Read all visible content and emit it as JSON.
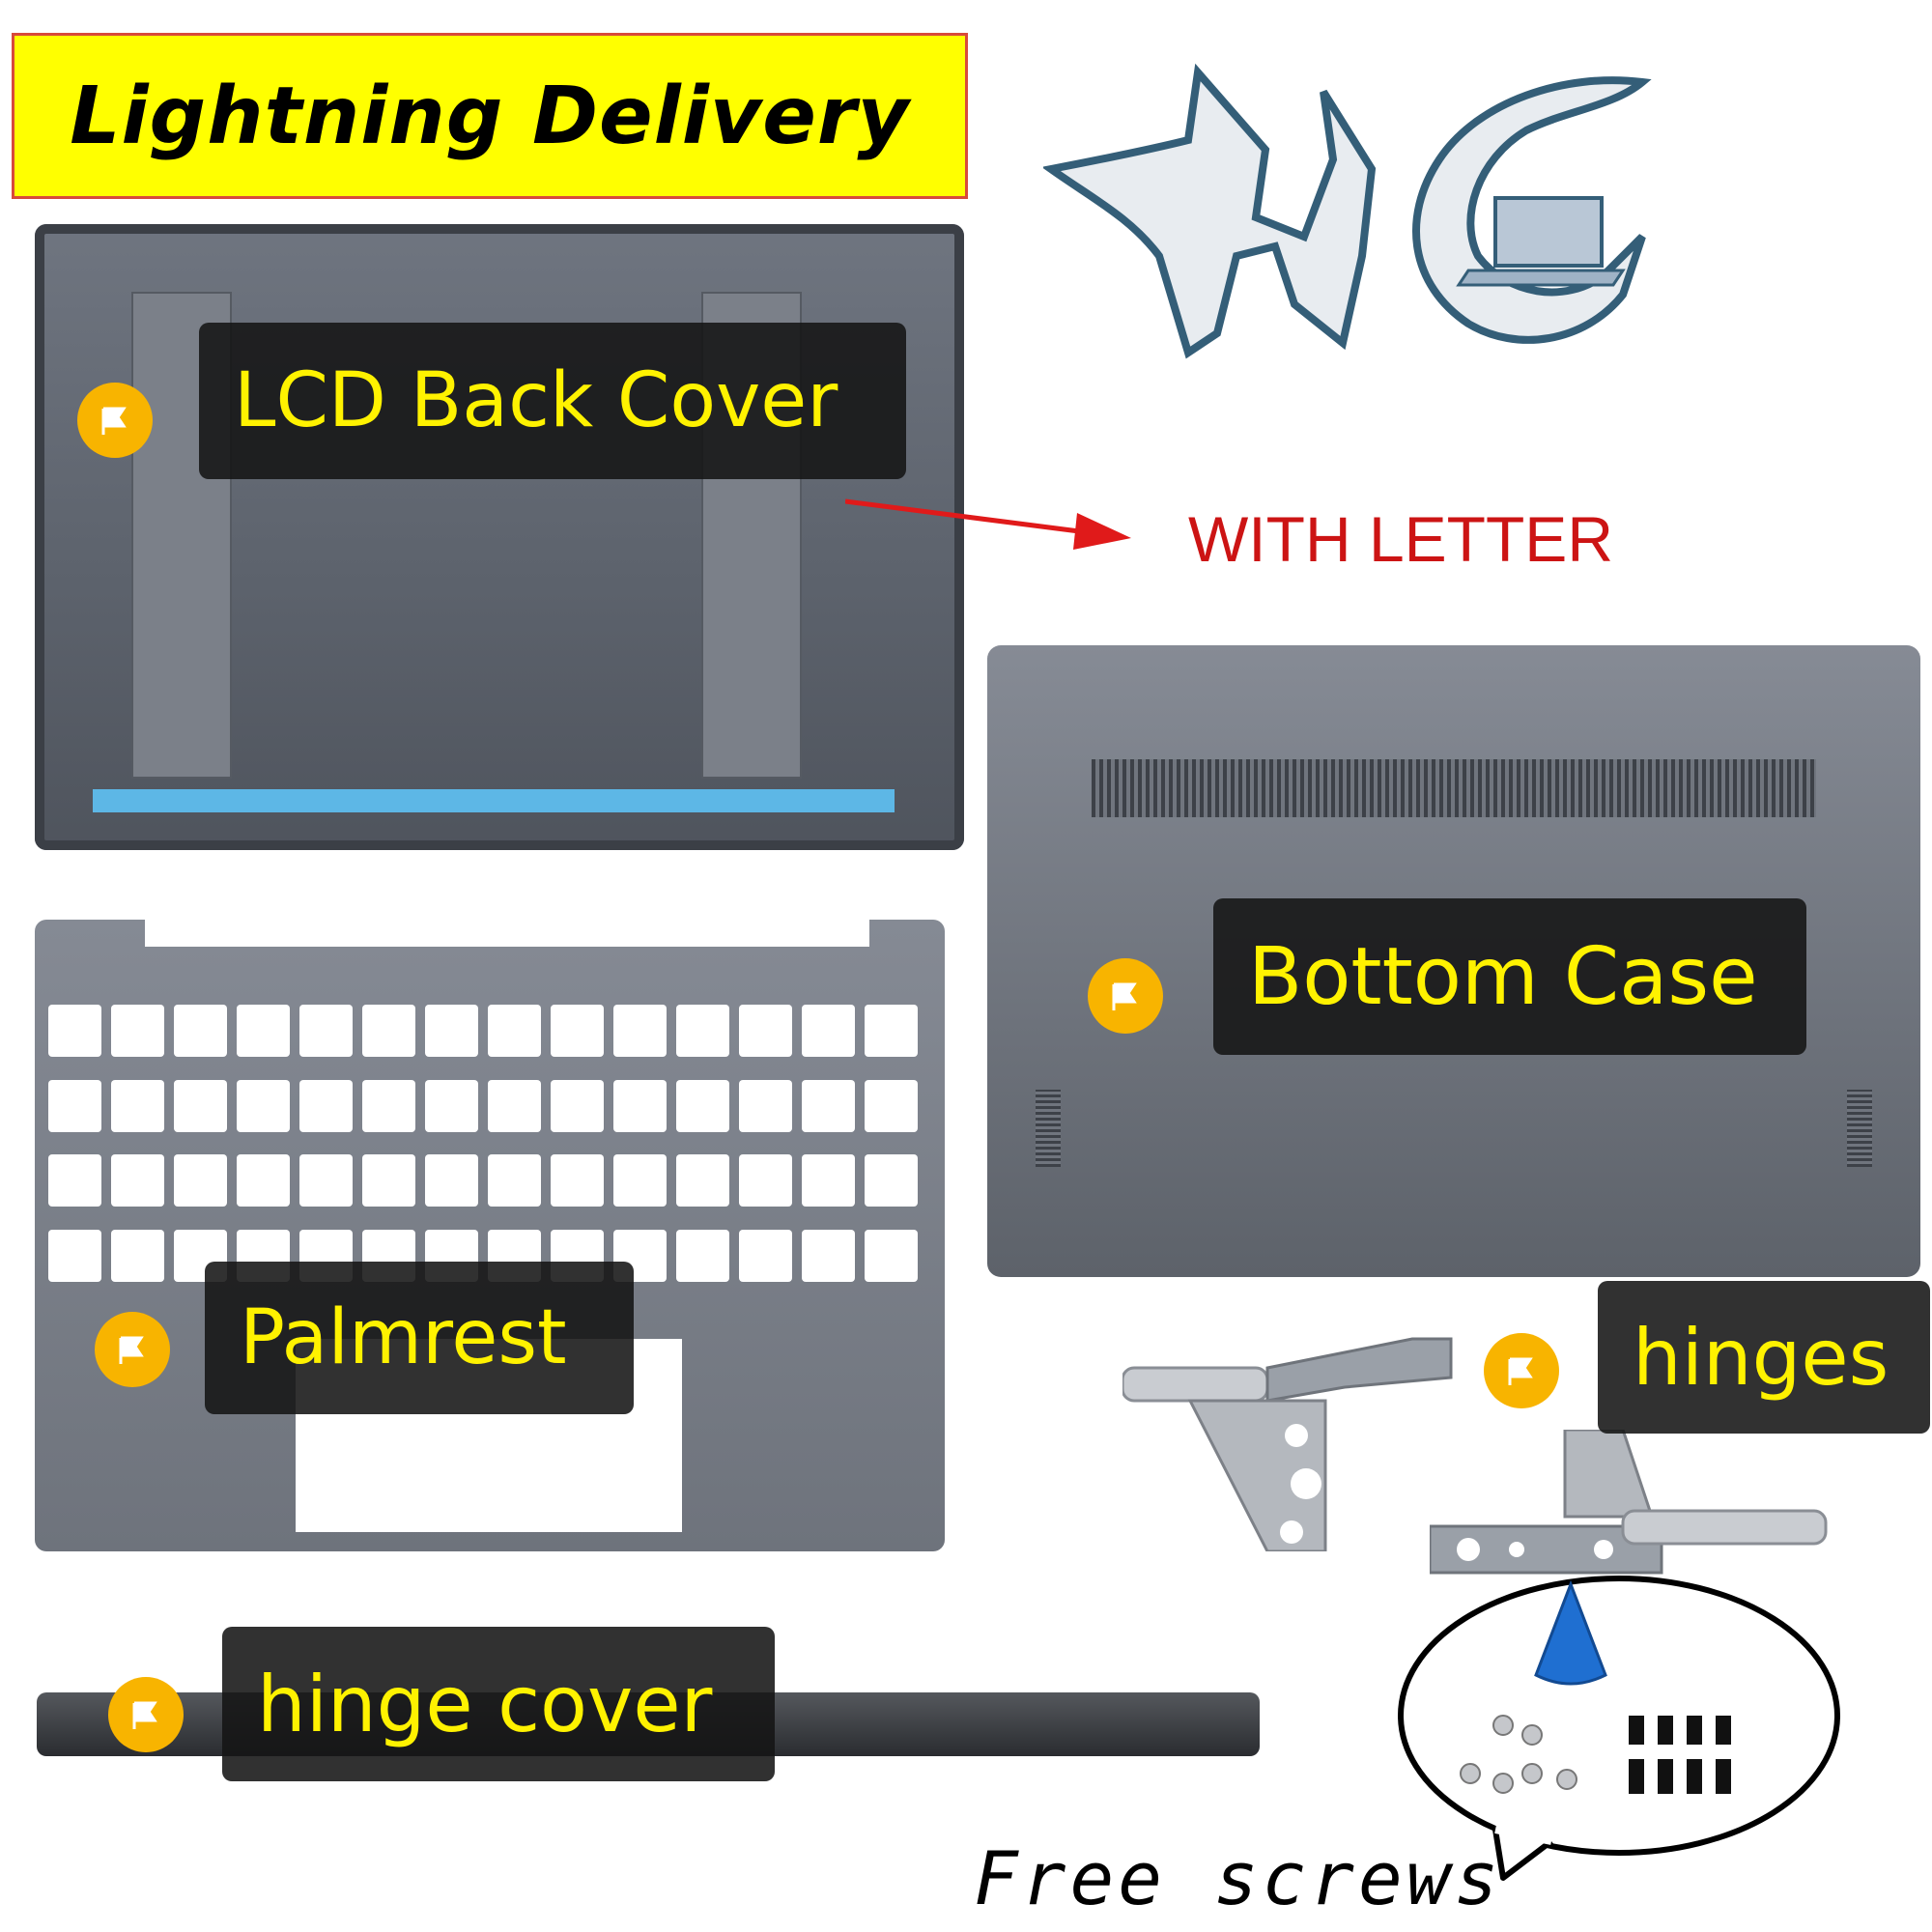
{
  "banner": {
    "text": "Lightning Delivery"
  },
  "logo": {
    "text": "WITH LETTER"
  },
  "parts": {
    "lcd_back_cover": "LCD Back Cover",
    "bottom_case": "Bottom Case",
    "palmrest": "Palmrest",
    "hinges": "hinges",
    "hinge_cover": "hinge cover"
  },
  "screws": {
    "label": "Free screws"
  },
  "icons": {
    "flag": "flag-icon",
    "arrow": "arrow-icon",
    "pry_tool": "pry-tool-icon"
  },
  "colors": {
    "banner_bg": "#ffff00",
    "label_text": "#fff200",
    "flag_bg": "#f8b400",
    "accent_red": "#cc1414",
    "part_gray": "#6d727b"
  }
}
